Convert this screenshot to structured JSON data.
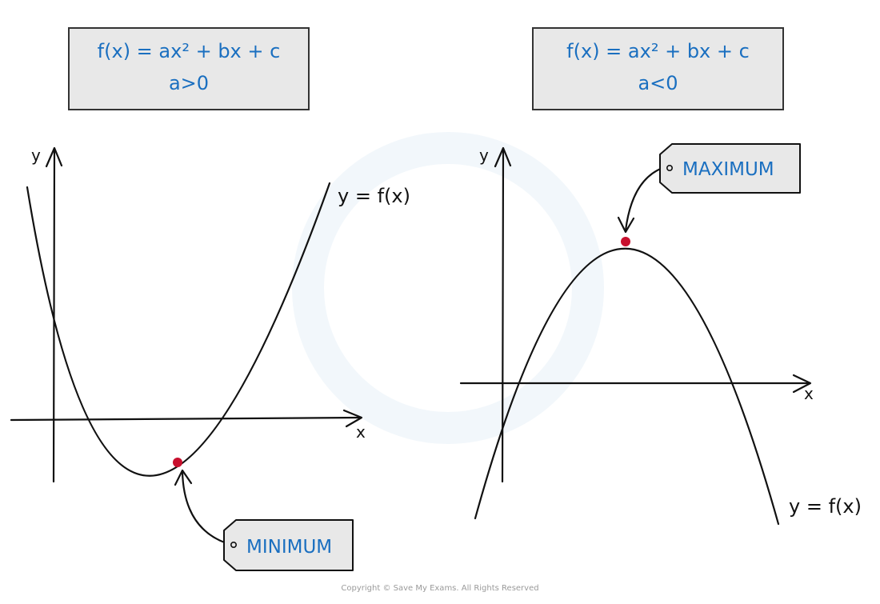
{
  "panels": [
    {
      "formula": "f(x) = ax² + bx + c",
      "condition": "a>0",
      "x_axis_label": "x",
      "y_axis_label": "y",
      "curve_label": "y = f(x)",
      "point_label": "MINIMUM"
    },
    {
      "formula": "f(x) = ax² + bx + c",
      "condition": "a<0",
      "x_axis_label": "x",
      "y_axis_label": "y",
      "curve_label": "y = f(x)",
      "point_label": "MAXIMUM"
    }
  ],
  "colors": {
    "formula_text": "#1a6fc0",
    "box_fill": "#e8e8e8",
    "point": "#c8102e",
    "curve": "#111111"
  },
  "copyright": "Copyright © Save My Exams. All Rights Reserved"
}
